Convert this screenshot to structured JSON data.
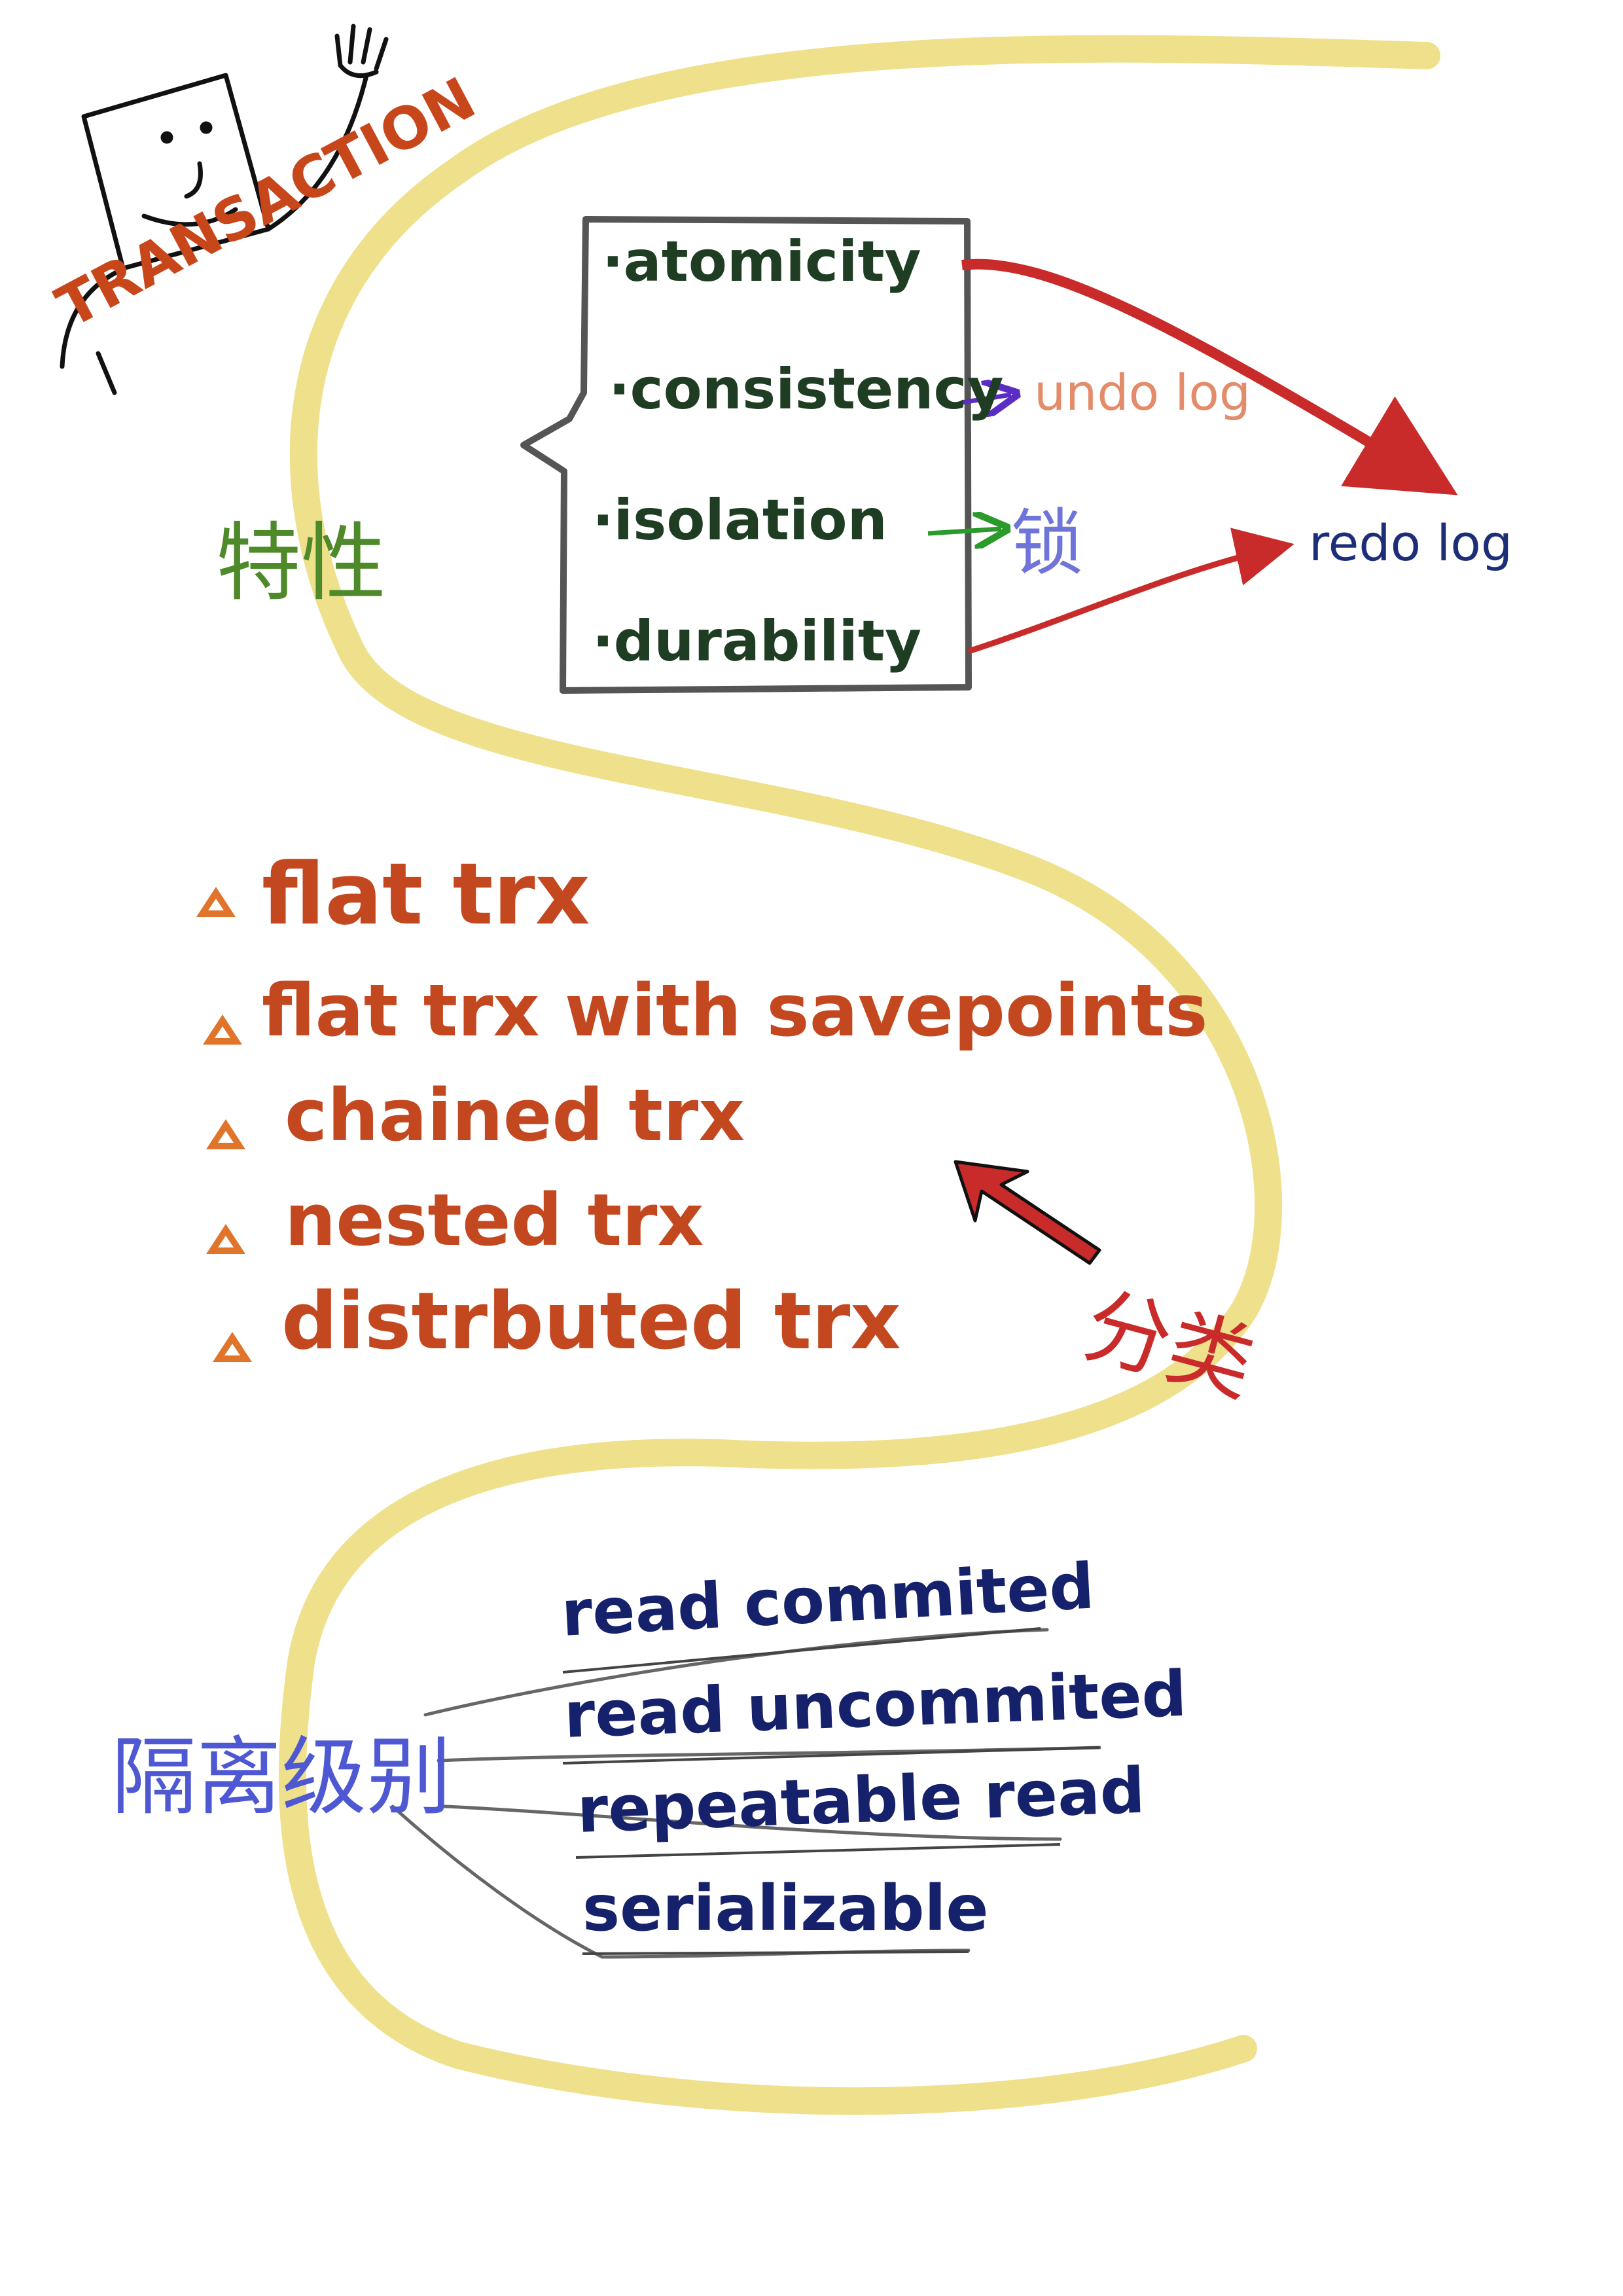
{
  "title": "TRANSACTION",
  "properties": {
    "label": "特性",
    "items": [
      "atomicity",
      "consistency",
      "isolation",
      "durability"
    ],
    "undo_log": "undo log",
    "lock": "锁",
    "redo_log": "redo log"
  },
  "classification": {
    "label": "分类",
    "items": [
      "flat trx",
      "flat trx with savepoints",
      "chained trx",
      "nested trx",
      "distrbuted trx"
    ]
  },
  "isolation_levels": {
    "label": "隔离级别",
    "items": [
      "read commited",
      "read uncommited",
      "repeatable read",
      "serializable"
    ]
  },
  "colors": {
    "path": "#efe08c",
    "title": "#c8471a",
    "properties_text": "#1e3d22",
    "properties_label": "#4f8a2a",
    "undo": "#e48b6a",
    "lock": "#6f74d8",
    "redo_text": "#1d2e78",
    "red_arrow": "#c92a2a",
    "orange_text": "#c4481f",
    "orange_bullet": "#e0742a",
    "navy_text": "#16216b",
    "blue_label": "#4f58d3",
    "grey_line": "#666666"
  }
}
